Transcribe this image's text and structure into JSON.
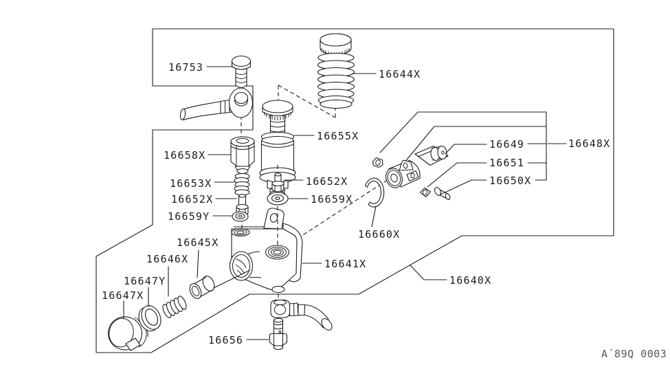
{
  "diagram": {
    "watermark": "A´89Q 0003",
    "labels": {
      "bolt_top": "16753",
      "filter": "16644X",
      "pump_plunger": "16655X",
      "connector": "16658X",
      "spring_left": "16653X",
      "bolt_left": "16652X",
      "washer_left": "16659Y",
      "bolt_right": "16652X",
      "washer_right": "16659X",
      "snap_ring": "16660X",
      "roller": "16649",
      "bracket_assy": "16648X",
      "follower": "16651",
      "pin": "16650X",
      "body": "16641X",
      "pump_assy": "16640X",
      "sleeve": "16645X",
      "spring_bottom": "16646X",
      "seal_ring": "16647Y",
      "plug_cap": "16647X",
      "banjo_bolt": "16656"
    }
  }
}
